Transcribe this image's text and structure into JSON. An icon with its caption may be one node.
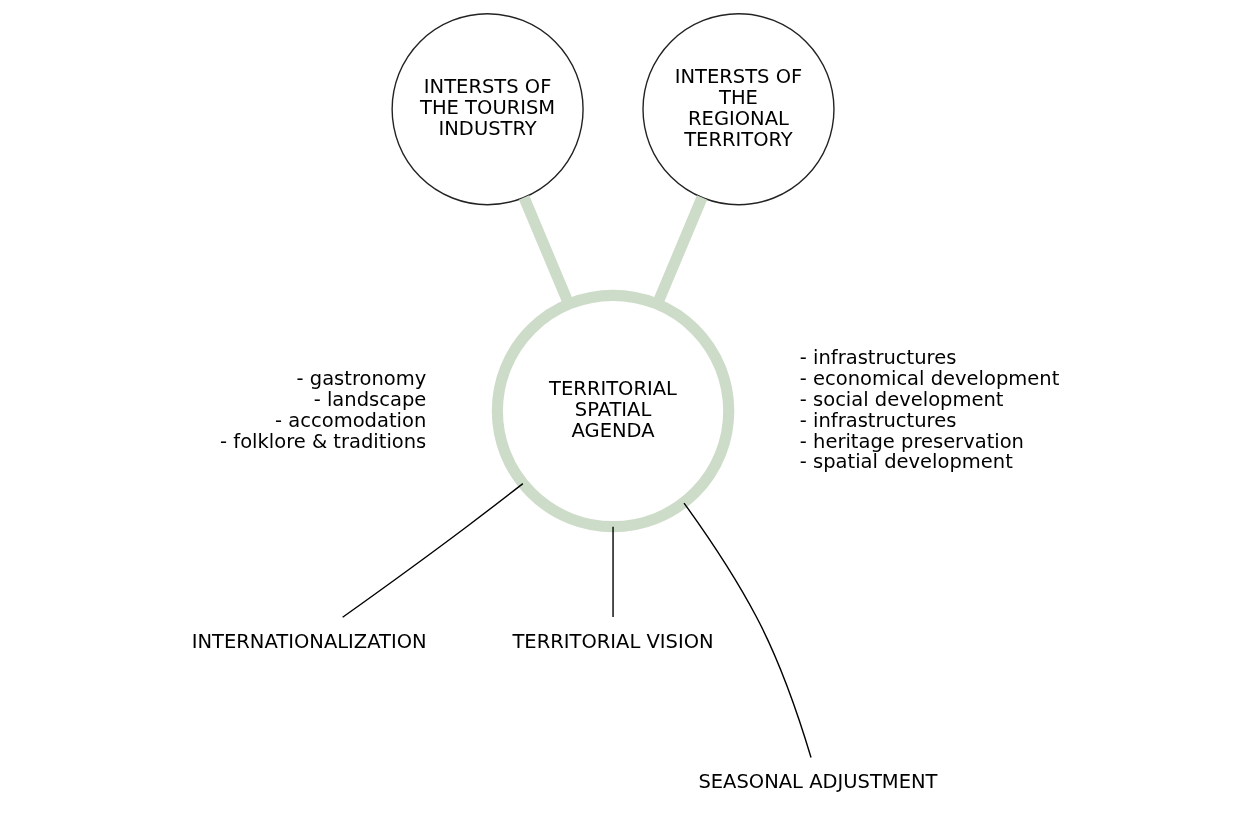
{
  "diagram": {
    "nodes": [
      {
        "text": [
          "INTERSTS OF THE TOURISM INDUSTRY"
        ]
      },
      {
        "text": [
          "INTERSTS OF THE REGIONAL TERRITORY"
        ]
      },
      {
        "text": [
          "TERRITORIAL SPATIAL AGENDA"
        ]
      },
      {
        "text": [
          "INTERNATIONALIZATION"
        ]
      },
      {
        "text": [
          "TERRITORIAL VISION"
        ]
      },
      {
        "text": [
          "SEASONAL ADJUSTMENT"
        ]
      }
    ],
    "edges": [
      {
        "from": 0,
        "to": 2,
        "arrow": "none",
        "style": "thick",
        "color": "#cddcc8"
      },
      {
        "from": 1,
        "to": 2,
        "arrow": "none",
        "style": "thick",
        "color": "#cddcc8"
      },
      {
        "from": 2,
        "to": 3,
        "arrow": "none"
      },
      {
        "from": 2,
        "to": 4,
        "arrow": "none"
      },
      {
        "from": 2,
        "to": 5,
        "arrow": "none"
      }
    ],
    "labels": [
      "- gastronomy",
      "- landscape",
      "- accomodation",
      "- folklore & traditions",
      "- infrastructures",
      "- economical development",
      "- social development",
      "- infrastructures",
      "- heritage preservation",
      "- spatial development"
    ]
  }
}
